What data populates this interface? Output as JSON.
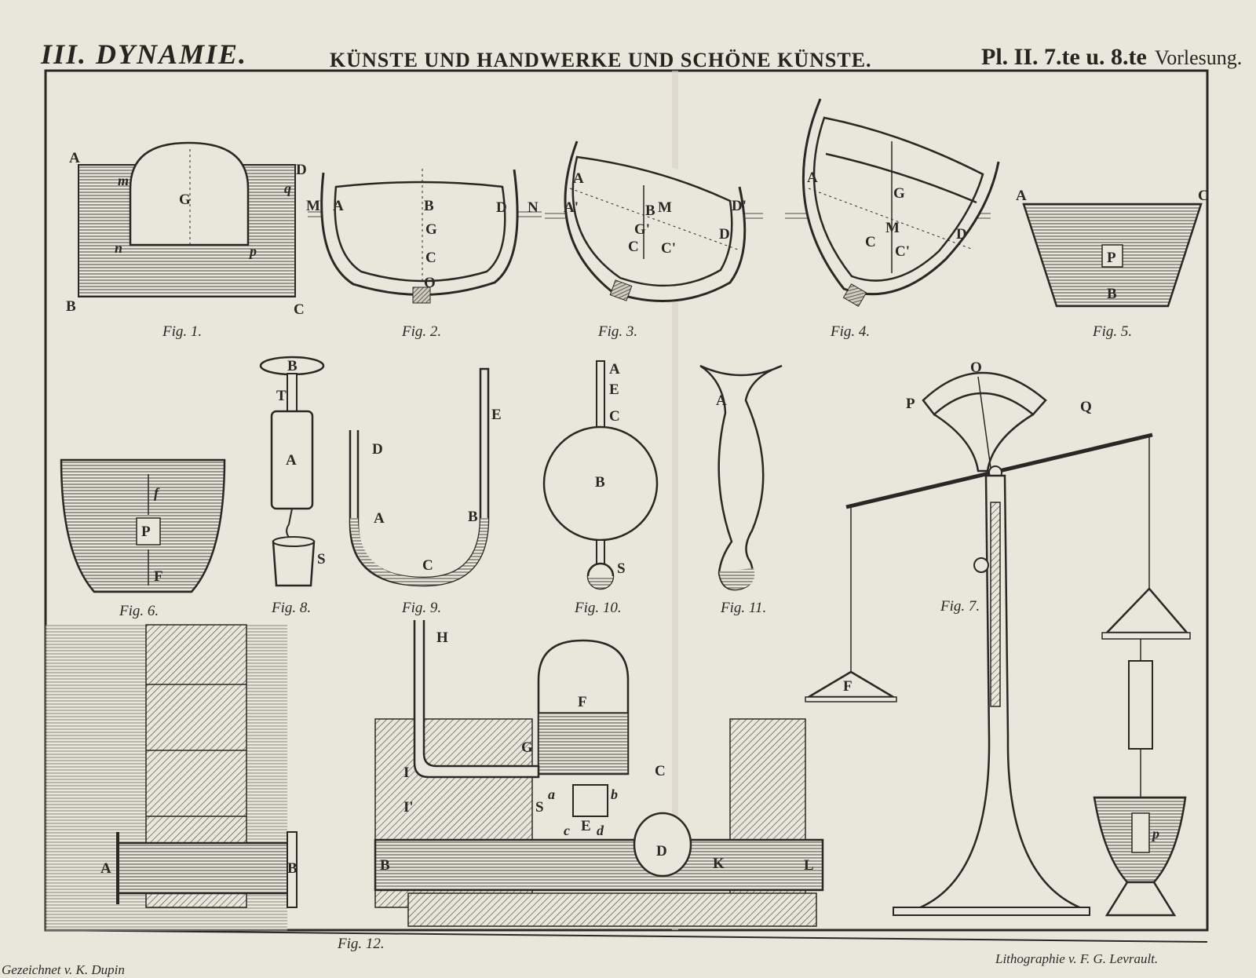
{
  "header": {
    "section": "III. DYNAMIE.",
    "title": "KÜNSTE UND HANDWERKE UND SCHÖNE KÜNSTE.",
    "plate": "Pl. II. 7.te u. 8.te",
    "lecture": "Vorlesung."
  },
  "credits": {
    "lithography": "Lithographie v. F. G. Levrault.",
    "drawn": "Gezeichnet v. K. Dupin"
  },
  "figures": [
    {
      "caption": "Fig. 1.",
      "labels": [
        "A",
        "D",
        "m",
        "q",
        "G",
        "n",
        "p",
        "B",
        "C"
      ]
    },
    {
      "caption": "Fig. 2.",
      "labels": [
        "M",
        "A",
        "B",
        "D",
        "N",
        "G",
        "C",
        "O"
      ]
    },
    {
      "caption": "Fig. 3.",
      "labels": [
        "A",
        "A'",
        "B",
        "M",
        "D'",
        "G'",
        "D",
        "C",
        "C'"
      ]
    },
    {
      "caption": "Fig. 4.",
      "labels": [
        "A",
        "G",
        "M",
        "C",
        "C'",
        "D"
      ]
    },
    {
      "caption": "Fig. 5.",
      "labels": [
        "A",
        "C",
        "P",
        "B"
      ]
    },
    {
      "caption": "Fig. 6.",
      "labels": [
        "f",
        "P",
        "F"
      ]
    },
    {
      "caption": "Fig. 8.",
      "labels": [
        "B",
        "T",
        "A",
        "S"
      ]
    },
    {
      "caption": "Fig. 9.",
      "labels": [
        "E",
        "D",
        "A",
        "B",
        "C"
      ]
    },
    {
      "caption": "Fig. 10.",
      "labels": [
        "A",
        "E",
        "C",
        "B",
        "S"
      ]
    },
    {
      "caption": "Fig. 11.",
      "labels": [
        "A"
      ]
    },
    {
      "caption": "Fig. 7.",
      "labels": [
        "O",
        "P",
        "Q",
        "F",
        "p"
      ]
    },
    {
      "caption": "Fig. 12.",
      "labels": [
        "H",
        "F",
        "G",
        "I",
        "I'",
        "S",
        "a",
        "b",
        "c",
        "d",
        "E",
        "C",
        "D",
        "A",
        "B",
        "B",
        "K",
        "L"
      ]
    }
  ],
  "colors": {
    "paper": "#e9e6dc",
    "ink": "#2a2825",
    "water": "#8d8a82"
  }
}
